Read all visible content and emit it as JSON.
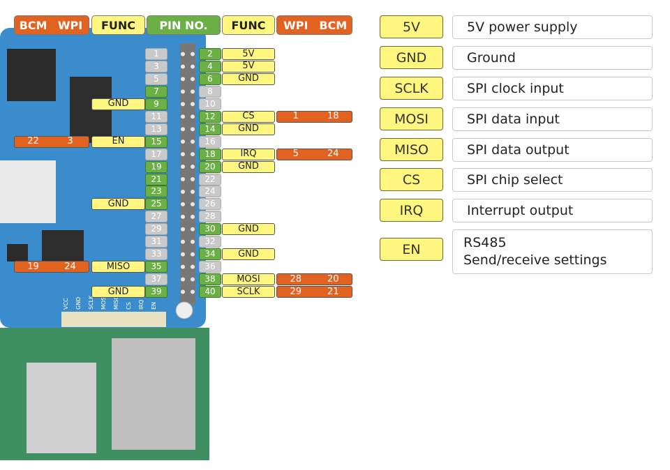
{
  "header": {
    "left_bcm": "BCM",
    "left_wpi": "WPI",
    "left_func": "FUNC",
    "pin_no": "PIN NO.",
    "right_func": "FUNC",
    "right_wpi": "WPI",
    "right_bcm": "BCM"
  },
  "odd_pins": [
    {
      "pin": "1",
      "active": false
    },
    {
      "pin": "3",
      "active": false
    },
    {
      "pin": "5",
      "active": false
    },
    {
      "pin": "7",
      "active": true
    },
    {
      "pin": "9",
      "active": true,
      "func": "GND"
    },
    {
      "pin": "11",
      "active": false
    },
    {
      "pin": "13",
      "active": false
    },
    {
      "pin": "15",
      "active": true,
      "func": "EN",
      "wpi": "3",
      "bcm": "22"
    },
    {
      "pin": "17",
      "active": false
    },
    {
      "pin": "19",
      "active": true
    },
    {
      "pin": "21",
      "active": true
    },
    {
      "pin": "23",
      "active": true
    },
    {
      "pin": "25",
      "active": true,
      "func": "GND"
    },
    {
      "pin": "27",
      "active": false
    },
    {
      "pin": "29",
      "active": false
    },
    {
      "pin": "31",
      "active": false
    },
    {
      "pin": "33",
      "active": false
    },
    {
      "pin": "35",
      "active": true,
      "func": "MISO",
      "wpi": "24",
      "bcm": "19"
    },
    {
      "pin": "37",
      "active": false
    },
    {
      "pin": "39",
      "active": true,
      "func": "GND"
    }
  ],
  "even_pins": [
    {
      "pin": "2",
      "active": true,
      "func": "5V"
    },
    {
      "pin": "4",
      "active": true,
      "func": "5V"
    },
    {
      "pin": "6",
      "active": true,
      "func": "GND"
    },
    {
      "pin": "8",
      "active": false
    },
    {
      "pin": "10",
      "active": false
    },
    {
      "pin": "12",
      "active": true,
      "func": "CS",
      "wpi": "1",
      "bcm": "18"
    },
    {
      "pin": "14",
      "active": true,
      "func": "GND"
    },
    {
      "pin": "16",
      "active": false
    },
    {
      "pin": "18",
      "active": true,
      "func": "IRQ",
      "wpi": "5",
      "bcm": "24"
    },
    {
      "pin": "20",
      "active": true,
      "func": "GND"
    },
    {
      "pin": "22",
      "active": false
    },
    {
      "pin": "24",
      "active": false
    },
    {
      "pin": "26",
      "active": false
    },
    {
      "pin": "28",
      "active": false
    },
    {
      "pin": "30",
      "active": true,
      "func": "GND"
    },
    {
      "pin": "32",
      "active": false
    },
    {
      "pin": "34",
      "active": true,
      "func": "GND"
    },
    {
      "pin": "36",
      "active": false
    },
    {
      "pin": "38",
      "active": true,
      "func": "MOSI",
      "wpi": "28",
      "bcm": "20"
    },
    {
      "pin": "40",
      "active": true,
      "func": "SCLK",
      "wpi": "29",
      "bcm": "21"
    }
  ],
  "silkscreen": [
    "VCC",
    "GND",
    "SCLK",
    "MOSI",
    "MISO",
    "CS",
    "IRQ",
    "EN"
  ],
  "legend": [
    {
      "key": "5V",
      "desc": "5V power supply"
    },
    {
      "key": "GND",
      "desc": "Ground"
    },
    {
      "key": "SCLK",
      "desc": "SPI clock input"
    },
    {
      "key": "MOSI",
      "desc": "SPI data input"
    },
    {
      "key": "MISO",
      "desc": "SPI data output"
    },
    {
      "key": "CS",
      "desc": "SPI chip select"
    },
    {
      "key": "IRQ",
      "desc": "Interrupt output"
    },
    {
      "key": "EN",
      "desc": "RS485",
      "desc2": "Send/receive settings"
    }
  ],
  "colors": {
    "orange": "#e2621f",
    "yellow": "#fff680",
    "green": "#6bb045",
    "gray": "#c9c9c9",
    "board": "#3d8fd0"
  }
}
